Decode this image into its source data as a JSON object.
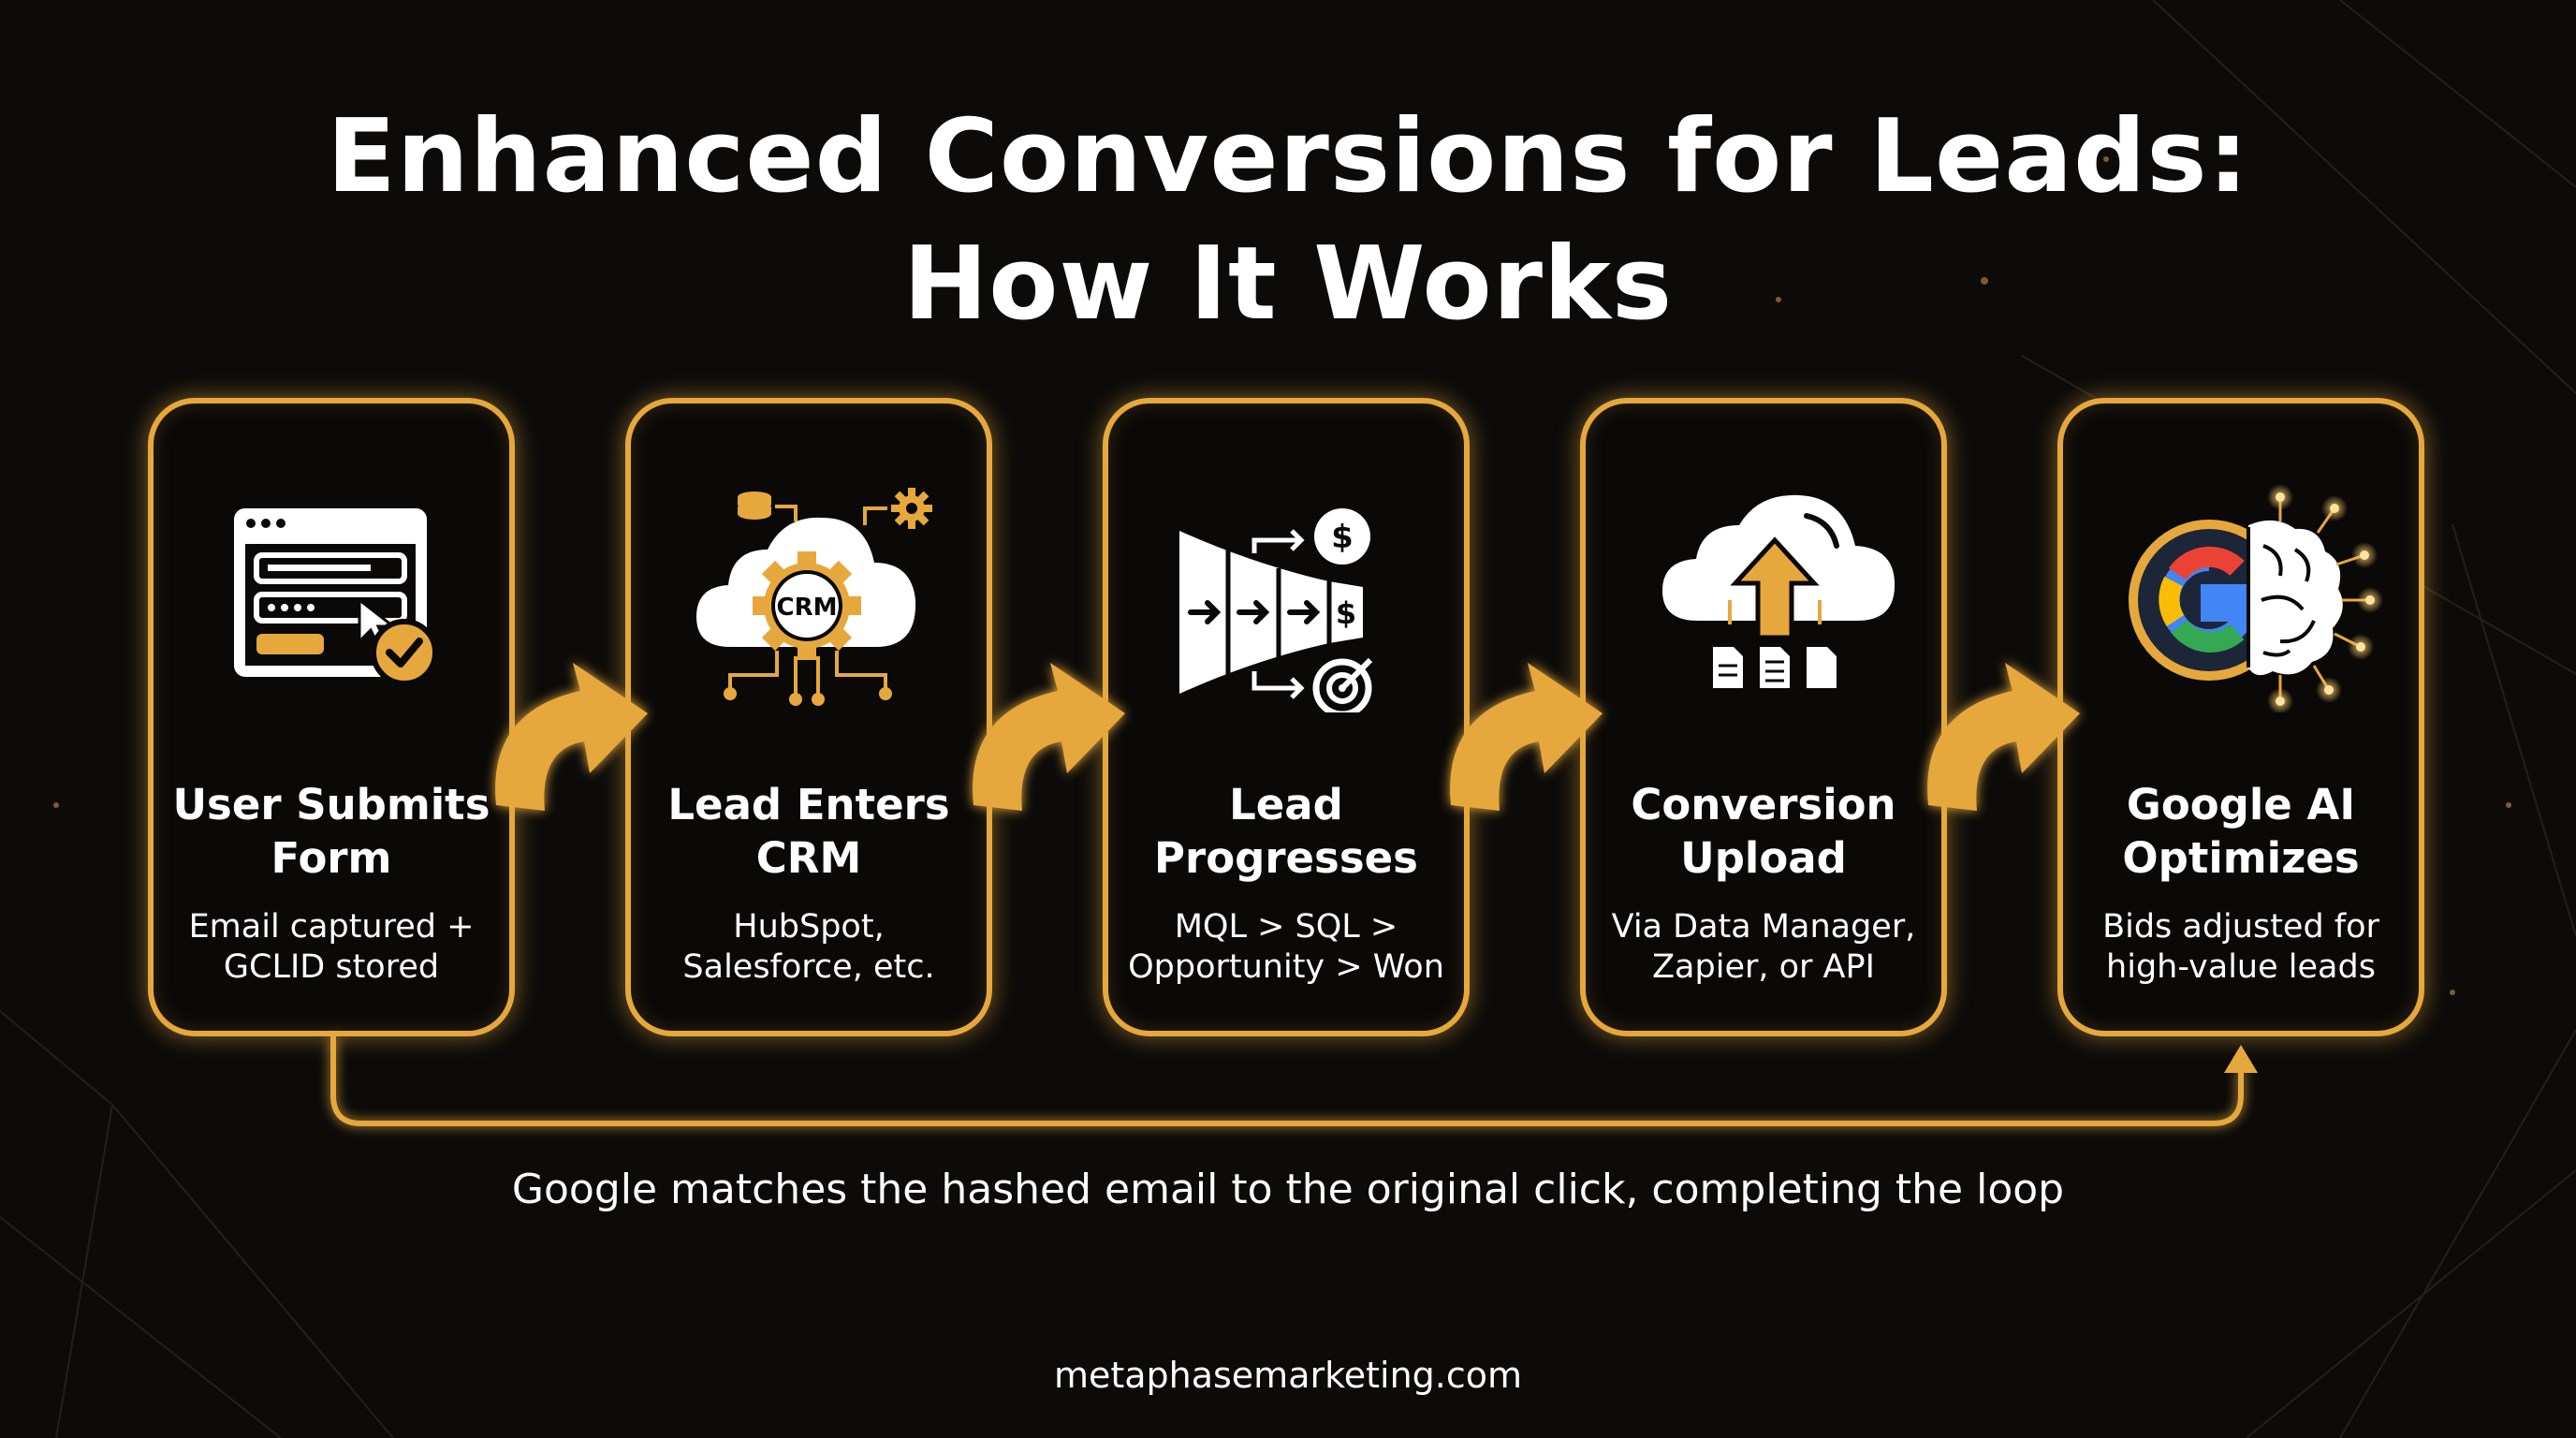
{
  "title": {
    "line1": "Enhanced Conversions for Leads:",
    "line2": "How It Works"
  },
  "accent_color": "#e6a83c",
  "steps": [
    {
      "title_line1": "User Submits",
      "title_line2": "Form",
      "desc_line1": "Email captured +",
      "desc_line2": "GCLID stored",
      "icon": "form-submit-icon"
    },
    {
      "title_line1": "Lead Enters",
      "title_line2": "CRM",
      "desc_line1": "HubSpot,",
      "desc_line2": "Salesforce, etc.",
      "icon": "crm-cloud-icon",
      "icon_label": "CRM"
    },
    {
      "title_line1": "Lead",
      "title_line2": "Progresses",
      "desc_line1": "MQL > SQL >",
      "desc_line2": "Opportunity > Won",
      "icon": "funnel-icon"
    },
    {
      "title_line1": "Conversion",
      "title_line2": "Upload",
      "desc_line1": "Via Data Manager,",
      "desc_line2": "Zapier, or API",
      "icon": "cloud-upload-icon"
    },
    {
      "title_line1": "Google AI",
      "title_line2": "Optimizes",
      "desc_line1": "Bids adjusted for",
      "desc_line2": "high-value leads",
      "icon": "google-ai-brain-icon"
    }
  ],
  "loop_text": "Google matches the hashed email to the original click, completing the loop",
  "footer": "metaphasemarketing.com"
}
